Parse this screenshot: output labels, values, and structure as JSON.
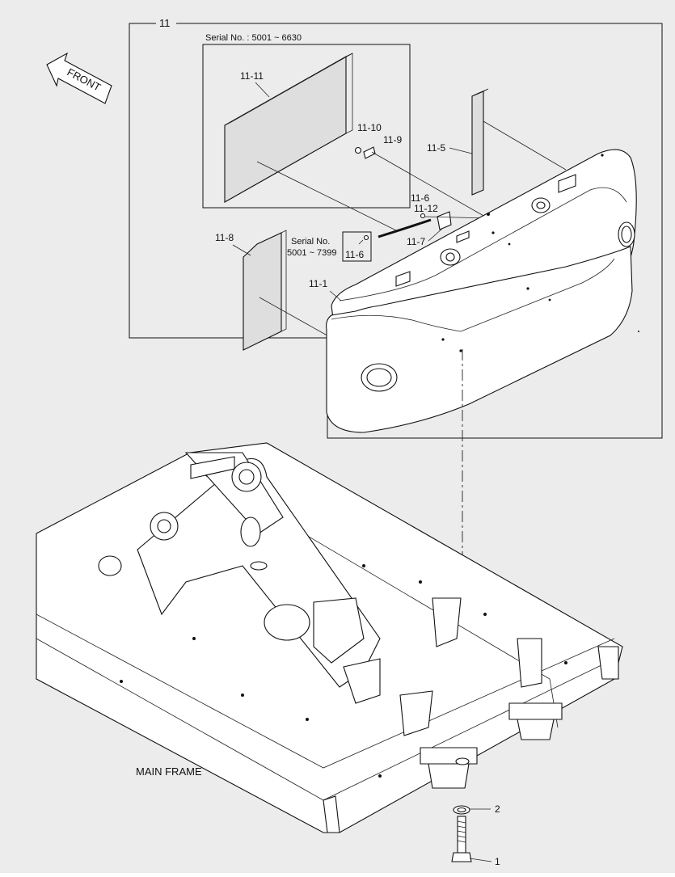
{
  "labels": {
    "group_11": "11",
    "serial_a": "Serial No. : 5001 ~ 6630",
    "part_11_11": "11-11",
    "part_11_10": "11-10",
    "part_11_9": "11-9",
    "part_11_5": "11-5",
    "part_11_6a": "11-6",
    "part_11_12": "11-12",
    "part_11_7": "11-7",
    "part_11_8": "11-8",
    "serial_b_line1": "Serial No.",
    "serial_b_line2": "5001 ~ 7399",
    "part_11_6b": "11-6",
    "part_11_1": "11-1",
    "front": "FRONT",
    "main_frame": "MAIN FRAME",
    "part_2": "2",
    "part_1": "1"
  },
  "icons": {
    "front_arrow": "arrow-left-icon"
  }
}
